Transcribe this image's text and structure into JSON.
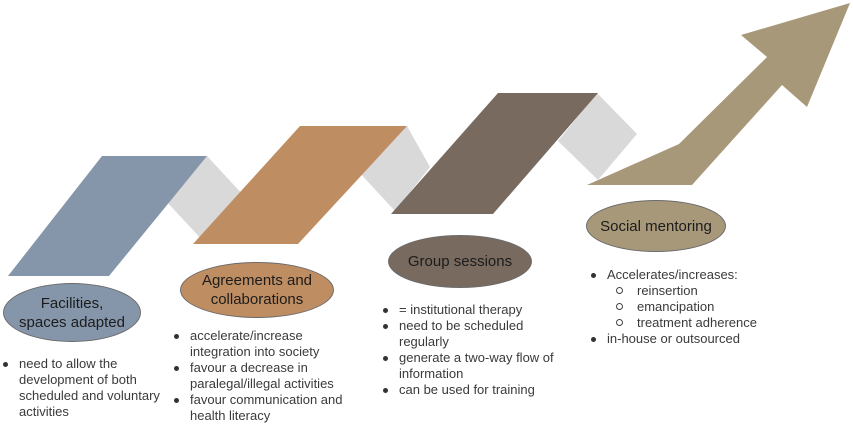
{
  "colors": {
    "stage1": "#8596aa",
    "stage2": "#bf8d62",
    "stage3": "#786a5f",
    "stage4": "#a8987a",
    "connector": "#d9d9d9"
  },
  "stages": [
    {
      "title_lines": [
        "Facilities,",
        "spaces adapted"
      ],
      "bullets": [
        "need to allow the development of both scheduled and voluntary activities"
      ]
    },
    {
      "title_lines": [
        "Agreements and",
        "collaborations"
      ],
      "bullets": [
        "accelerate/increase integration into society",
        "favour a decrease in paralegal/illegal activities",
        "favour communication and health literacy"
      ]
    },
    {
      "title_lines": [
        "Group sessions"
      ],
      "bullets": [
        "= institutional therapy",
        "need to be scheduled regularly",
        "generate a two-way flow of  information",
        "can be used for training"
      ]
    },
    {
      "title_lines": [
        "Social mentoring"
      ],
      "bullets": [
        {
          "text": "Accelerates/increases:",
          "sub": [
            "reinsertion",
            "emancipation",
            "treatment adherence"
          ]
        },
        "in-house or outsourced"
      ]
    }
  ]
}
